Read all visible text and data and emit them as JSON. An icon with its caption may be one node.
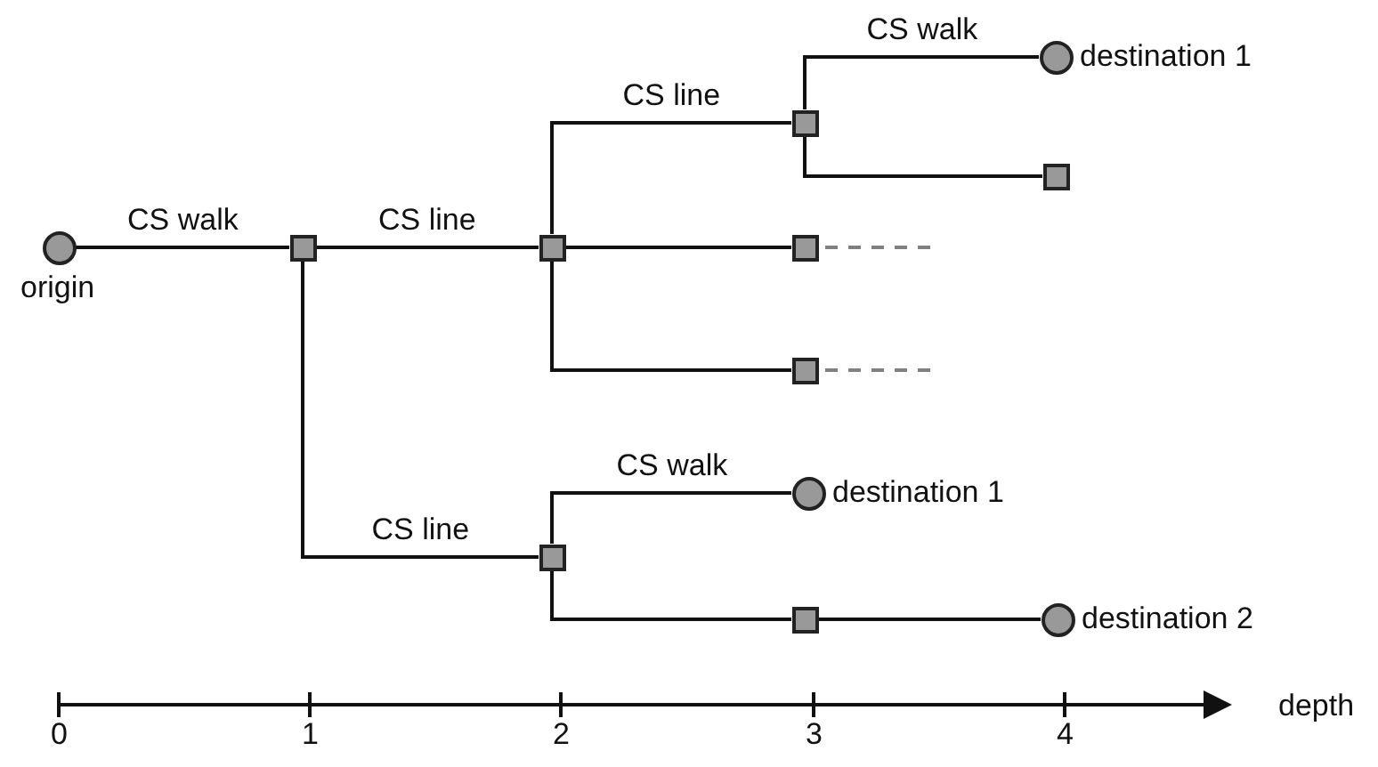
{
  "diagram": {
    "nodes": [
      {
        "text": [],
        "shape": "circle",
        "beside": [
          "origin"
        ]
      },
      {
        "text": [],
        "shape": "box"
      },
      {
        "text": [],
        "shape": "box"
      },
      {
        "text": [],
        "shape": "box"
      },
      {
        "text": [],
        "shape": "circle",
        "beside": [
          "destination 1"
        ]
      },
      {
        "text": [],
        "shape": "box"
      },
      {
        "text": [],
        "shape": "box"
      },
      {
        "text": [],
        "shape": "box"
      },
      {
        "text": [],
        "shape": "box"
      },
      {
        "text": [],
        "shape": "circle",
        "beside": [
          "destination 1"
        ]
      },
      {
        "text": [],
        "shape": "box"
      },
      {
        "text": [],
        "shape": "circle",
        "beside": [
          "destination 2"
        ]
      }
    ],
    "edges": [
      {
        "from": 0,
        "to": 1,
        "arrow": "none",
        "label": "CS walk"
      },
      {
        "from": 1,
        "to": 2,
        "arrow": "none",
        "label": "CS line"
      },
      {
        "from": 2,
        "to": 3,
        "arrow": "none",
        "label": "CS line"
      },
      {
        "from": 3,
        "to": 4,
        "arrow": "none",
        "label": "CS walk"
      },
      {
        "from": 3,
        "to": 5,
        "arrow": "none"
      },
      {
        "from": 2,
        "to": 6,
        "arrow": "none"
      },
      {
        "from": 2,
        "to": 7,
        "arrow": "none"
      },
      {
        "from": 6,
        "to": null,
        "arrow": "none",
        "style": "dashed",
        "color": "#808080"
      },
      {
        "from": 7,
        "to": null,
        "arrow": "none",
        "style": "dashed",
        "color": "#808080"
      },
      {
        "from": 1,
        "to": 8,
        "arrow": "none",
        "label": "CS line"
      },
      {
        "from": 8,
        "to": 9,
        "arrow": "none",
        "label": "CS walk"
      },
      {
        "from": 8,
        "to": 10,
        "arrow": "none"
      },
      {
        "from": 10,
        "to": 11,
        "arrow": "none"
      }
    ],
    "labels": [
      "0",
      "1",
      "2",
      "3",
      "4",
      "depth"
    ]
  }
}
